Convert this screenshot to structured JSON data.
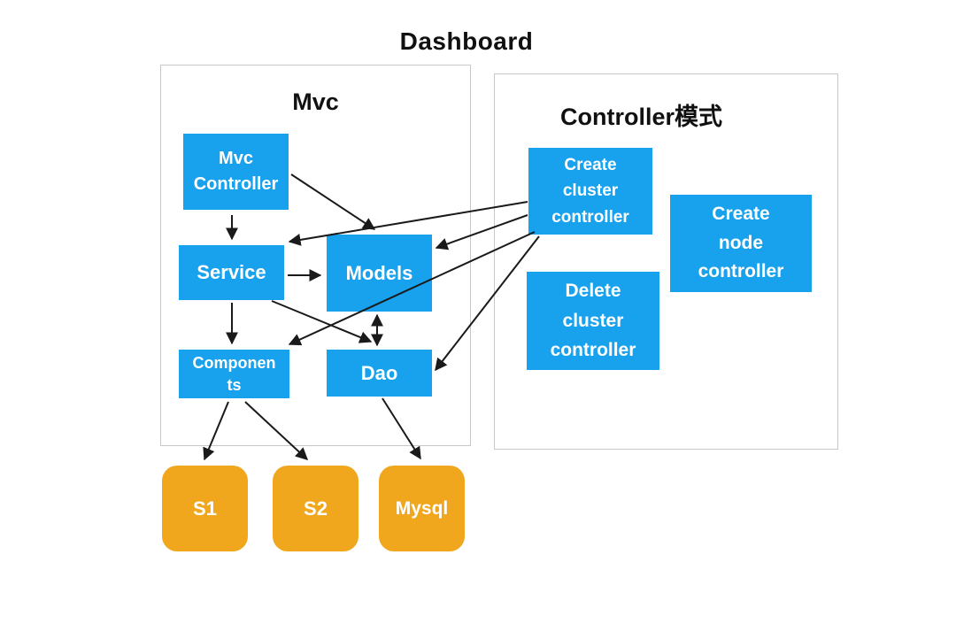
{
  "title": "Dashboard",
  "colors": {
    "node_blue": "#18A1EC",
    "node_orange": "#F0A71E",
    "arrow": "#1A1A1A",
    "container_border": "#C8C8C8",
    "node_text": "#FFFFFF",
    "title_text": "#111111"
  },
  "containers": {
    "mvc": {
      "title": "Mvc"
    },
    "controller": {
      "title": "Controller模式"
    }
  },
  "nodes": {
    "mvc_controller": {
      "label": "Mvc\nController"
    },
    "service": {
      "label": "Service"
    },
    "models": {
      "label": "Models"
    },
    "components": {
      "label": "Componen\nts"
    },
    "dao": {
      "label": "Dao"
    },
    "create_cluster": {
      "label": "Create\ncluster\ncontroller"
    },
    "create_node": {
      "label": "Create\nnode\ncontroller"
    },
    "delete_cluster": {
      "label": "Delete\ncluster\ncontroller"
    },
    "s1": {
      "label": "S1"
    },
    "s2": {
      "label": "S2"
    },
    "mysql": {
      "label": "Mysql"
    }
  },
  "edges": [
    {
      "from": "mvc_controller",
      "to": "service"
    },
    {
      "from": "mvc_controller",
      "to": "models"
    },
    {
      "from": "service",
      "to": "models"
    },
    {
      "from": "service",
      "to": "components"
    },
    {
      "from": "service",
      "to": "dao"
    },
    {
      "from": "models",
      "to": "dao",
      "bidirectional": true
    },
    {
      "from": "create_cluster",
      "to": "service"
    },
    {
      "from": "create_cluster",
      "to": "models"
    },
    {
      "from": "create_cluster",
      "to": "components"
    },
    {
      "from": "create_cluster",
      "to": "dao"
    },
    {
      "from": "components",
      "to": "s1"
    },
    {
      "from": "components",
      "to": "s2"
    },
    {
      "from": "dao",
      "to": "mysql"
    }
  ]
}
